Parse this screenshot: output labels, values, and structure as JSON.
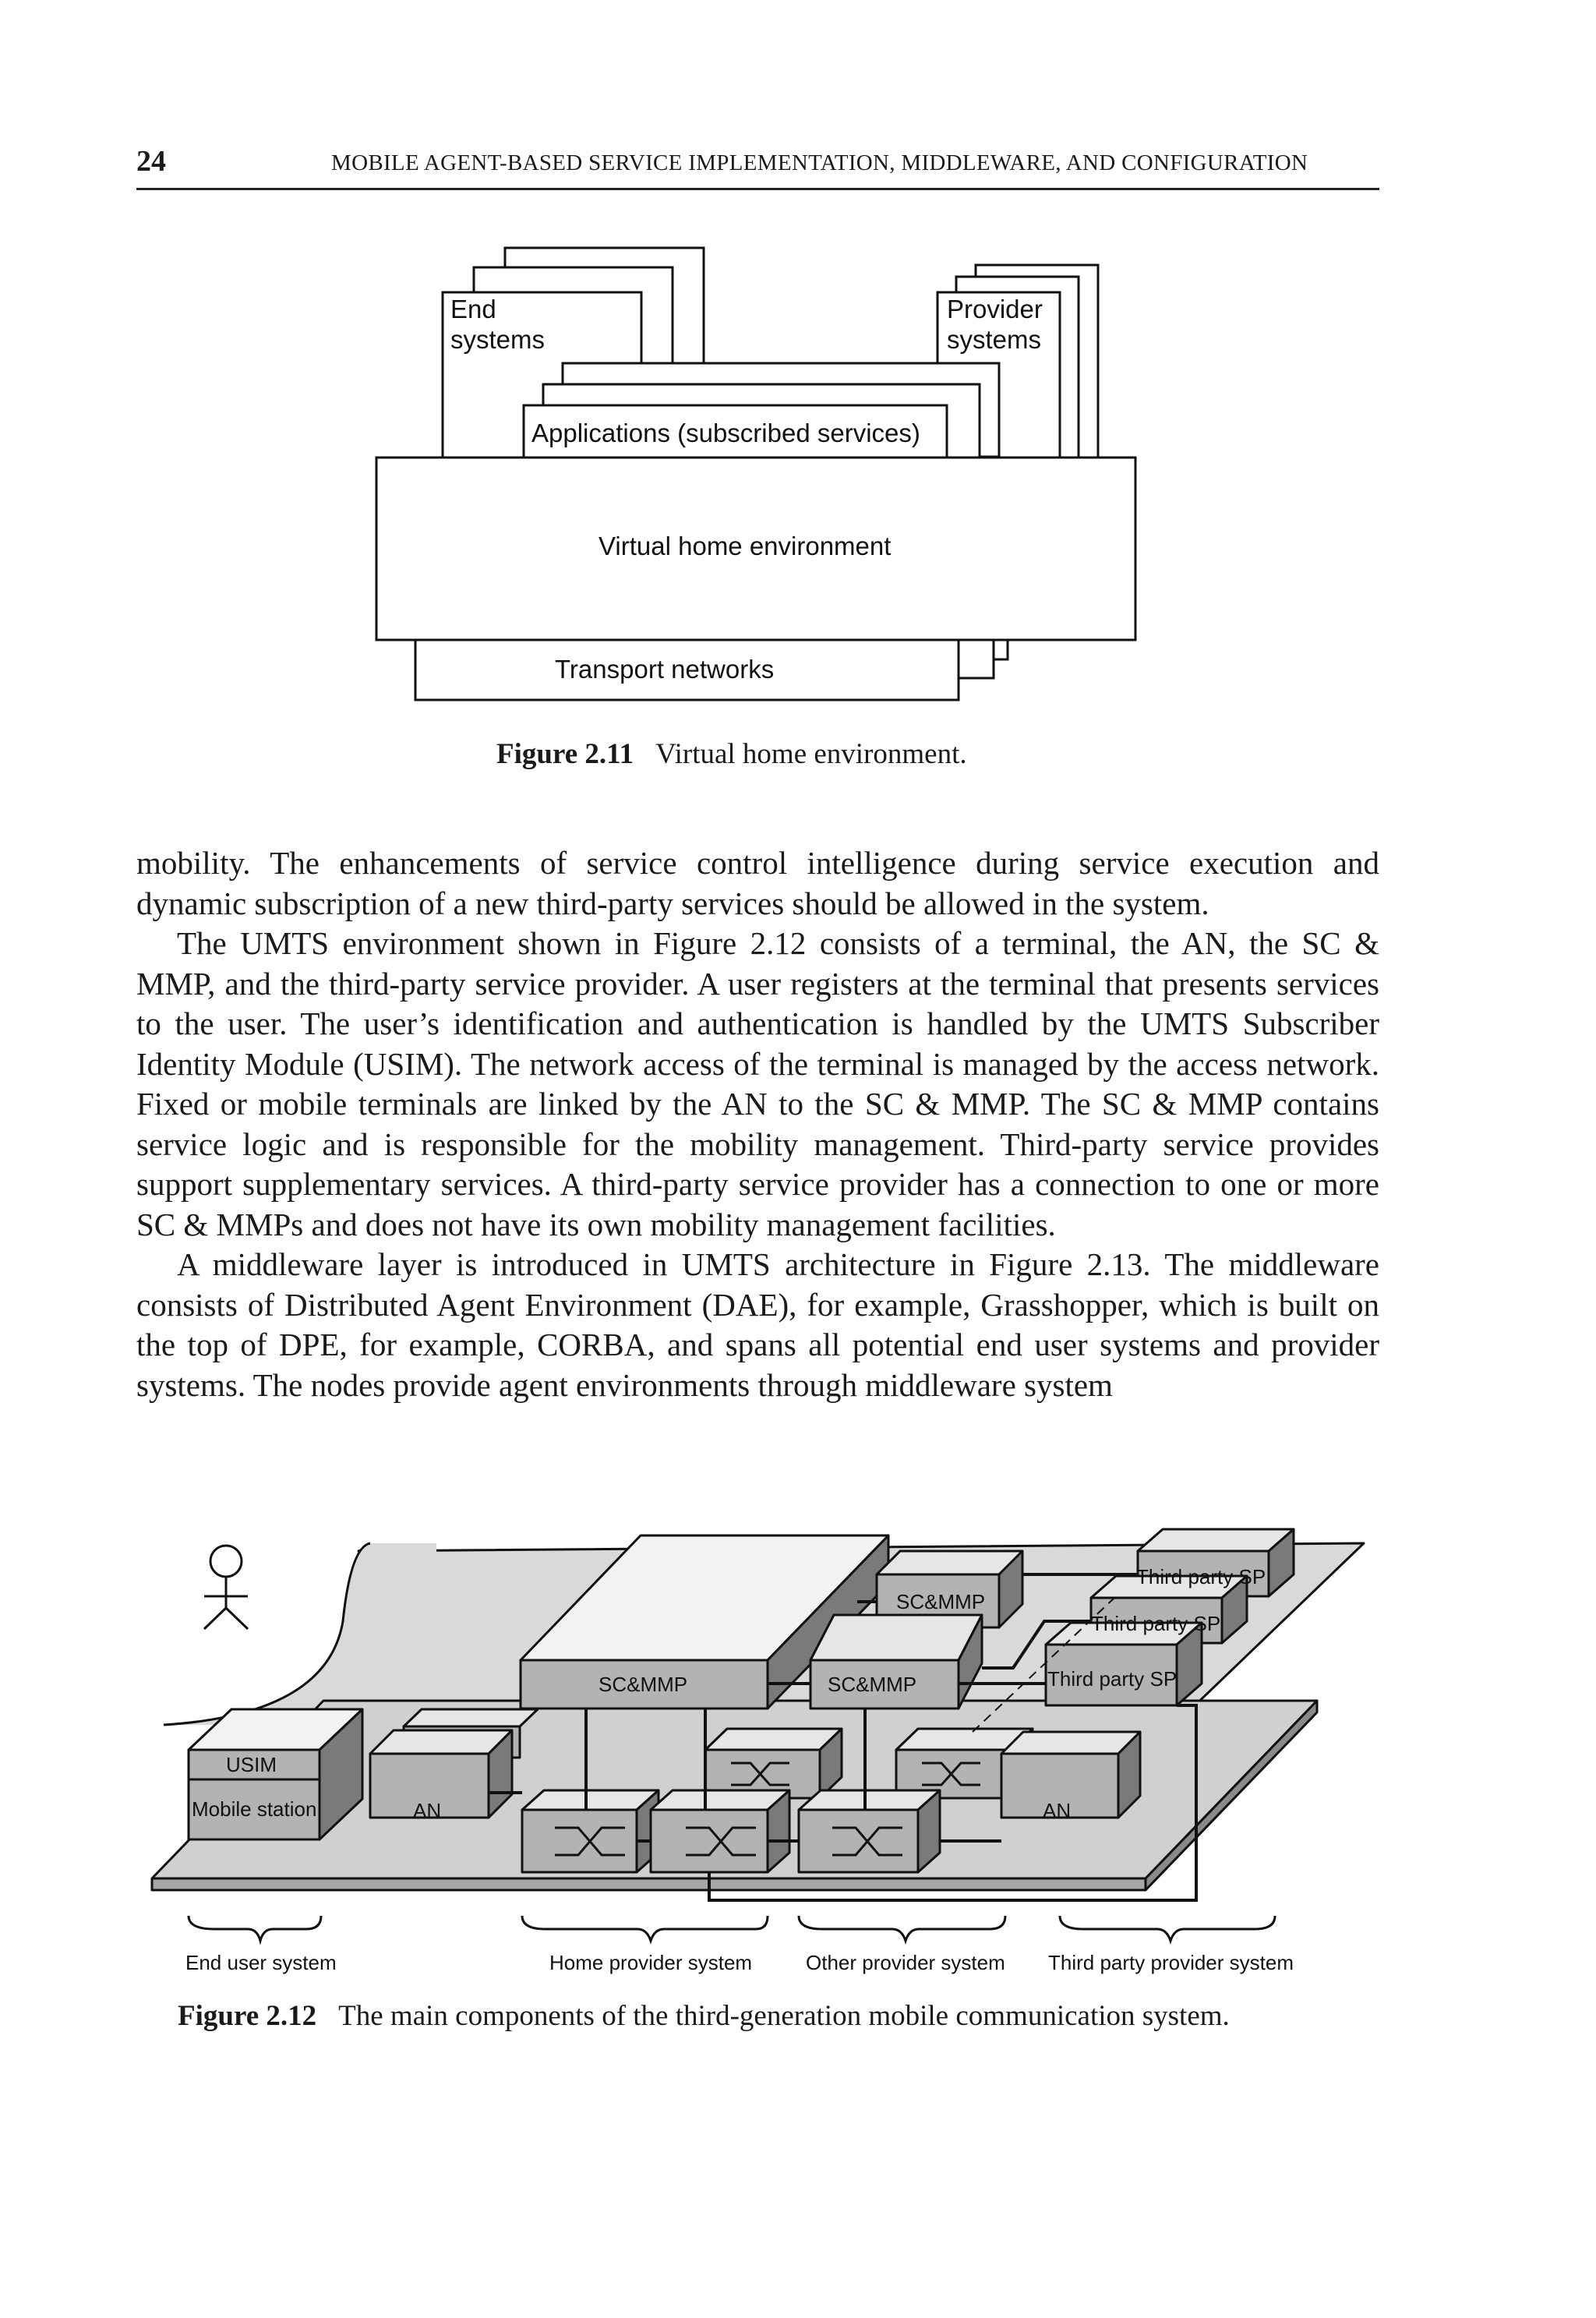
{
  "header": {
    "page_number": "24",
    "running_title": "MOBILE AGENT-BASED SERVICE IMPLEMENTATION, MIDDLEWARE, AND CONFIGURATION"
  },
  "figure_2_11": {
    "labels": {
      "end_systems_1": "End",
      "end_systems_2": "systems",
      "provider_systems_1": "Provider",
      "provider_systems_2": "systems",
      "applications": "Applications (subscribed services)",
      "vhe": "Virtual home environment",
      "transport": "Transport networks"
    },
    "caption_number": "Figure 2.11",
    "caption_text": "Virtual home environment."
  },
  "body": {
    "paragraphs": [
      "mobility. The enhancements of service control intelligence during service execution and dynamic subscription of a new third-party services should be allowed in the system.",
      "The UMTS environment shown in Figure 2.12 consists of a terminal, the AN, the SC & MMP, and the third-party service provider. A user registers at the terminal that presents services to the user. The user’s identification and authentication is handled by the UMTS Subscriber Identity Module (USIM). The network access of the terminal is managed by the access network. Fixed or mobile terminals are linked by the AN to the SC & MMP. The SC & MMP contains service logic and is responsible for the mobility management. Third-party service provides support supplementary services. A third-party service provider has a connection to one or more SC & MMPs and does not have its own mobility management facilities.",
      "A middleware layer is introduced in UMTS architecture in Figure 2.13. The middleware consists of Distributed Agent Environment (DAE), for example, Grasshopper, which is built on the top of DPE, for example, CORBA, and spans all potential end user systems and provider systems. The nodes provide agent environments through middleware system"
    ]
  },
  "figure_2_12": {
    "labels": {
      "scmmp_top": "SC&MMP",
      "scmmp_big": "SC&MMP",
      "scmmp_mid": "SC&MMP",
      "third_party_1": "Third party SP",
      "third_party_2": "Third party SP",
      "third_party_3": "Third party SP",
      "usim": "USIM",
      "mobile_station": "Mobile station",
      "an_left": "AN",
      "an_right": "AN",
      "group_end_user": "End user system",
      "group_home": "Home provider system",
      "group_other": "Other provider system",
      "group_third": "Third party provider system"
    },
    "caption_number": "Figure 2.12",
    "caption_text": "The main components of the third-generation mobile communication system."
  }
}
